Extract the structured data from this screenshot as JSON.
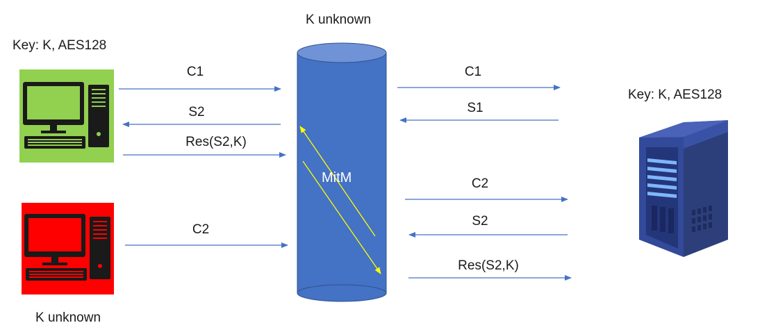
{
  "labels": {
    "legit_client_key": "Key: K, AES128",
    "mitm_key": "K unknown",
    "server_key": "Key: K, AES128",
    "attacker_key": "K unknown",
    "mitm": "MitM"
  },
  "messages": {
    "client_to_mitm_c1": "C1",
    "mitm_to_client_s2": "S2",
    "client_to_mitm_res": "Res(S2,K)",
    "attacker_to_mitm_c2": "C2",
    "mitm_to_server_c1": "C1",
    "server_to_mitm_s1": "S1",
    "mitm_to_server_c2": "C2",
    "server_to_mitm_s2": "S2",
    "mitm_to_server_res": "Res(S2,K)"
  },
  "colors": {
    "legit_client_bg": "#92d050",
    "attacker_bg": "#ff0000",
    "mitm_cylinder": "#4472c4",
    "arrow": "#4472c4",
    "relay_arrow": "#ffff00"
  },
  "icons": {
    "legit_client": "desktop-computer-icon",
    "attacker": "desktop-computer-icon",
    "server": "server-rack-icon"
  }
}
